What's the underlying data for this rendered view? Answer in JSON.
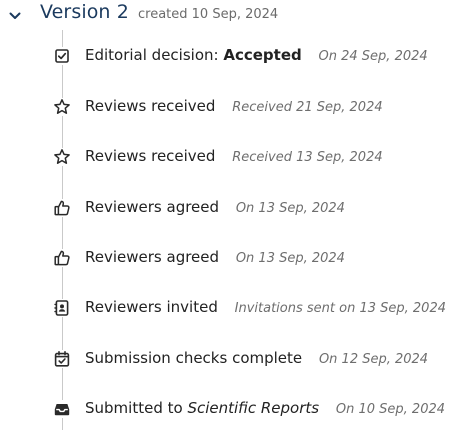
{
  "version": {
    "title": "Version 2",
    "created": "created 10 Sep, 2024"
  },
  "events": [
    {
      "icon": "checkbox-checked-icon",
      "label": "Editorial decision:",
      "value": "Accepted",
      "date": "On 24 Sep, 2024"
    },
    {
      "icon": "star-icon",
      "label": "Reviews received",
      "date": "Received 21 Sep, 2024"
    },
    {
      "icon": "star-icon",
      "label": "Reviews received",
      "date": "Received 13 Sep, 2024"
    },
    {
      "icon": "thumbs-up-icon",
      "label": "Reviewers agreed",
      "date": "On 13 Sep, 2024"
    },
    {
      "icon": "thumbs-up-icon",
      "label": "Reviewers agreed",
      "date": "On 13 Sep, 2024"
    },
    {
      "icon": "person-card-icon",
      "label": "Reviewers invited",
      "date": "Invitations sent on 13 Sep, 2024"
    },
    {
      "icon": "calendar-check-icon",
      "label": "Submission checks complete",
      "date": "On 12 Sep, 2024"
    },
    {
      "icon": "inbox-icon",
      "label": "Submitted to",
      "journal": "Scientific Reports",
      "date": "On 10 Sep, 2024"
    }
  ],
  "colors": {
    "accent": "#1b3a5e",
    "text": "#222222",
    "muted": "#6e6e6e",
    "line": "#c9c9c9"
  }
}
